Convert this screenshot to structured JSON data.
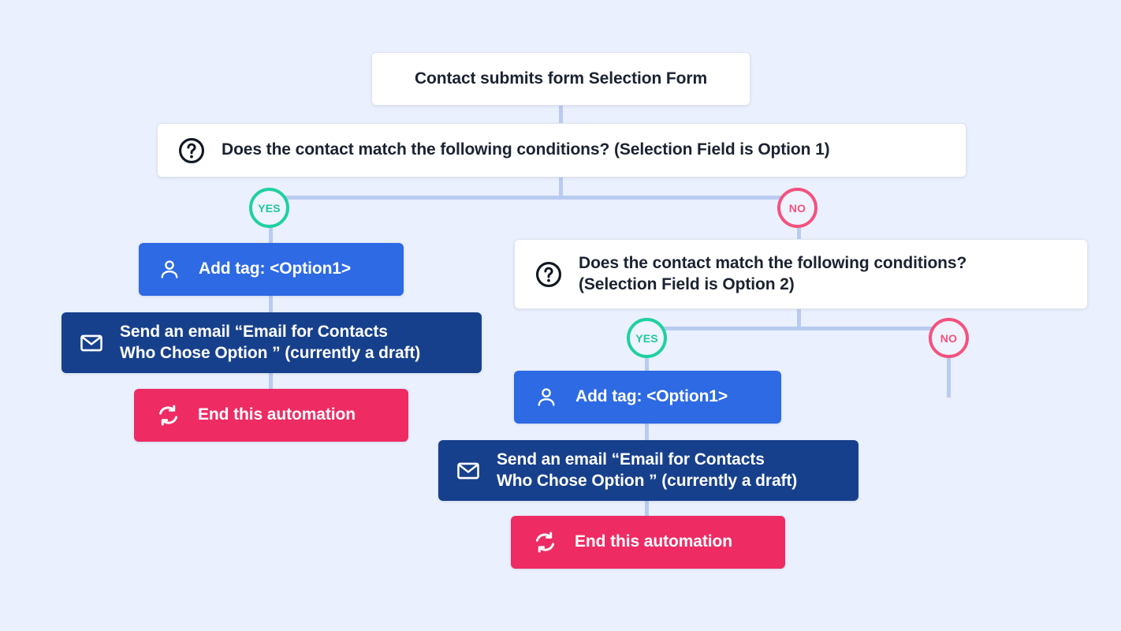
{
  "theme": {
    "background": "#eaf0fd",
    "connector": "#b9cbf0",
    "trigger_bg": "#ffffff",
    "condition_bg": "#ffffff",
    "tag_bg": "#2d6ae3",
    "email_bg": "#17408c",
    "end_bg": "#ee2b63",
    "yes_color": "#21d0a0",
    "no_color": "#f4527e",
    "text_dark": "#1b2230",
    "text_light": "#ffffff"
  },
  "flow": {
    "trigger": {
      "label": "Contact submits form Selection Form",
      "icon": "none"
    },
    "condition_1": {
      "label": "Does the contact match the following conditions? (Selection Field is Option 1)",
      "icon": "question-circle-icon"
    },
    "condition_1_branches": {
      "yes_label": "YES",
      "no_label": "NO"
    },
    "branch_1_yes": {
      "add_tag": {
        "label": "Add tag: <Option1>",
        "icon": "contact-icon"
      },
      "send_email": {
        "label": "Send an email “Email for Contacts\nWho Chose Option ” (currently a draft)",
        "icon": "envelope-icon"
      },
      "end_automation": {
        "label": "End this automation",
        "icon": "loop-arrows-icon"
      }
    },
    "condition_2": {
      "label": "Does the contact match the following conditions?\n(Selection Field is Option 2)",
      "icon": "question-circle-icon"
    },
    "condition_2_branches": {
      "yes_label": "YES",
      "no_label": "NO"
    },
    "branch_2_yes": {
      "add_tag": {
        "label": "Add tag: <Option1>",
        "icon": "contact-icon"
      },
      "send_email": {
        "label": "Send an email “Email for Contacts\nWho Chose Option ” (currently a draft)",
        "icon": "envelope-icon"
      },
      "end_automation": {
        "label": "End this automation",
        "icon": "loop-arrows-icon"
      }
    }
  }
}
